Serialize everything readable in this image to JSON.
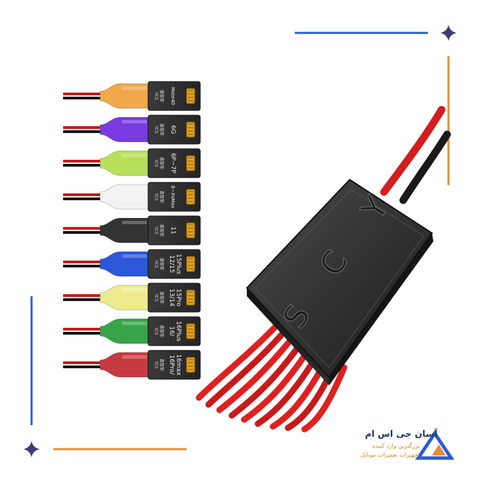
{
  "product": {
    "box_letters": [
      "Y",
      "C",
      "S"
    ],
    "connectors": [
      {
        "model": "Mate40",
        "color": "#f0a84a"
      },
      {
        "model": "6G",
        "color": "#7a3be0"
      },
      {
        "model": "6P~7P",
        "color": "#b8e05a"
      },
      {
        "model": "8~XsMax",
        "color": "#f2f2f2"
      },
      {
        "model": "11",
        "color": "#333333"
      },
      {
        "model": "12/15 15Plus",
        "color": "#2c57d8"
      },
      {
        "model": "13/14 15Pro",
        "color": "#ecec8c"
      },
      {
        "model": "16/ 16Plus",
        "color": "#37a44a"
      },
      {
        "model": "16Pro/ 16max",
        "color": "#c83a42"
      }
    ],
    "tag_brand": "YCS",
    "tag_cjk": "鑫智家"
  },
  "brand": {
    "title": "آسان جی اس ام",
    "subtitle_line1": "بزرگترین وارد کننده",
    "subtitle_line2": "تجهیزات تعمیرات موبایل",
    "colors": {
      "navy": "#1e3a5f",
      "orange": "#e08a1e",
      "blue": "#2a5bd7"
    }
  },
  "decor": {
    "line_blue": "#2a5bd7",
    "line_orange": "#f08a2a",
    "sparkle": "#3b3f6e"
  }
}
